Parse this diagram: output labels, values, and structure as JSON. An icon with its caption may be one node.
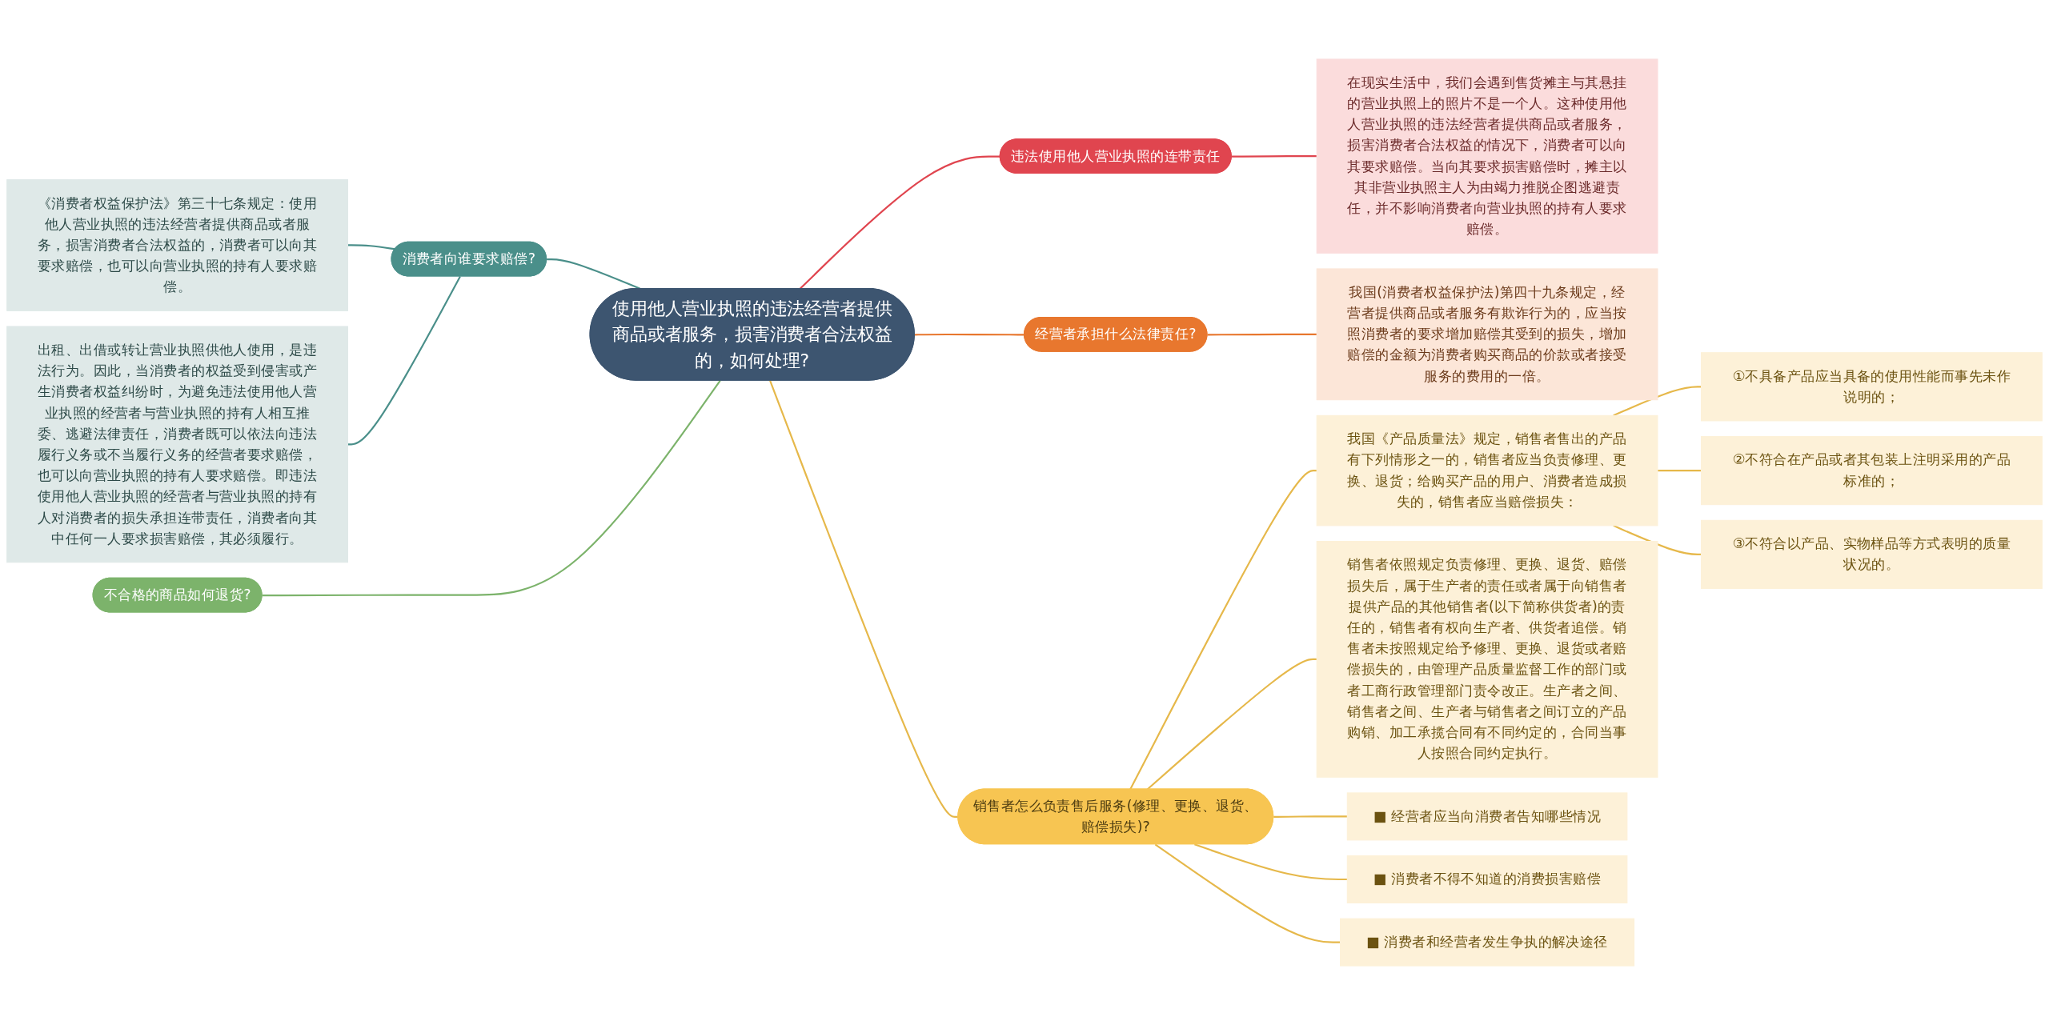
{
  "diagram": {
    "nodes": [
      {
        "text": [
          "使用他人营业执照的违法经营者提供商品或者服务，损害消费者合法权益的，如何处理?"
        ]
      },
      {
        "text": [
          "违法使用他人营业执照的连带责任"
        ]
      },
      {
        "text": [
          "在现实生活中，我们会遇到售货摊主与其悬挂的营业执照上的照片不是一个人。这种使用他人营业执照的违法经营者提供商品或者服务，损害消费者合法权益的情况下，消费者可以向其要求赔偿。当向其要求损害赔偿时，摊主以其非营业执照主人为由竭力推脱企图逃避责任，并不影响消费者向营业执照的持有人要求赔偿。"
        ]
      },
      {
        "text": [
          "经营者承担什么法律责任?"
        ]
      },
      {
        "text": [
          "我国(消费者权益保护法)第四十九条规定，经营者提供商品或者服务有欺诈行为的，应当按照消费者的要求增加赔偿其受到的损失，增加赔偿的金额为消费者购买商品的价款或者接受服务的费用的一倍。"
        ]
      },
      {
        "text": [
          "销售者怎么负责售后服务(修理、更换、退货、赔偿损失)?"
        ]
      },
      {
        "text": [
          "我国《产品质量法》规定，销售者售出的产品有下列情形之一的，销售者应当负责修理、更换、退货；给购买产品的用户、消费者造成损失的，销售者应当赔偿损失："
        ]
      },
      {
        "text": [
          "①不具备产品应当具备的使用性能而事先未作说明的；"
        ]
      },
      {
        "text": [
          "②不符合在产品或者其包装上注明采用的产品标准的；"
        ]
      },
      {
        "text": [
          "③不符合以产品、实物样品等方式表明的质量状况的。"
        ]
      },
      {
        "text": [
          "销售者依照规定负责修理、更换、退货、赔偿损失后，属于生产者的责任或者属于向销售者提供产品的其他销售者(以下简称供货者)的责任的，销售者有权向生产者、供货者追偿。销售者未按照规定给予修理、更换、退货或者赔偿损失的，由管理产品质量监督工作的部门或者工商行政管理部门责令改正。生产者之间、销售者之间、生产者与销售者之间订立的产品购销、加工承揽合同有不同约定的，合同当事人按照合同约定执行。"
        ]
      },
      {
        "text": [
          "■ 经营者应当向消费者告知哪些情况"
        ]
      },
      {
        "text": [
          "■ 消费者不得不知道的消费损害赔偿"
        ]
      },
      {
        "text": [
          "■ 消费者和经营者发生争执的解决途径"
        ]
      },
      {
        "text": [
          "消费者向谁要求赔偿?"
        ]
      },
      {
        "text": [
          "《消费者权益保护法》第三十七条规定：使用他人营业执照的违法经营者提供商品或者服务，损害消费者合法权益的，消费者可以向其要求赔偿，也可以向营业执照的持有人要求赔偿。"
        ]
      },
      {
        "text": [
          "出租、出借或转让营业执照供他人使用，是违法行为。因此，当消费者的权益受到侵害或产生消费者权益纠纷时，为避免违法使用他人营业执照的经营者与营业执照的持有人相互推委、逃避法律责任，消费者既可以依法向违法履行义务或不当履行义务的经营者要求赔偿，也可以向营业执照的持有人要求赔偿。即违法使用他人营业执照的经营者与营业执照的持有人对消费者的损失承担连带责任，消费者向其中任何一人要求损害赔偿，其必须履行。"
        ]
      },
      {
        "text": [
          "不合格的商品如何退货?"
        ]
      }
    ],
    "edges": [
      {
        "from": 0,
        "to": 1,
        "arrow": "none",
        "color": "#e0454f"
      },
      {
        "from": 1,
        "to": 2,
        "arrow": "none",
        "color": "#e0454f"
      },
      {
        "from": 0,
        "to": 3,
        "arrow": "none",
        "color": "#e8772e"
      },
      {
        "from": 3,
        "to": 4,
        "arrow": "none",
        "color": "#e8772e"
      },
      {
        "from": 0,
        "to": 5,
        "arrow": "none"
      },
      {
        "from": 5,
        "to": 6,
        "arrow": "none"
      },
      {
        "from": 6,
        "to": 7,
        "arrow": "none"
      },
      {
        "from": 6,
        "to": 8,
        "arrow": "none"
      },
      {
        "from": 6,
        "to": 9,
        "arrow": "none"
      },
      {
        "from": 5,
        "to": 10,
        "arrow": "none"
      },
      {
        "from": 5,
        "to": 11,
        "arrow": "none"
      },
      {
        "from": 5,
        "to": 12,
        "arrow": "none"
      },
      {
        "from": 5,
        "to": 13,
        "arrow": "none"
      },
      {
        "from": 0,
        "to": 14,
        "arrow": "none",
        "color": "#4a8f8a"
      },
      {
        "from": 14,
        "to": 15,
        "arrow": "none",
        "color": "#4a8f8a"
      },
      {
        "from": 14,
        "to": 16,
        "arrow": "none",
        "color": "#4a8f8a"
      },
      {
        "from": 0,
        "to": 17,
        "arrow": "none",
        "color": "#7cb36b"
      }
    ]
  }
}
